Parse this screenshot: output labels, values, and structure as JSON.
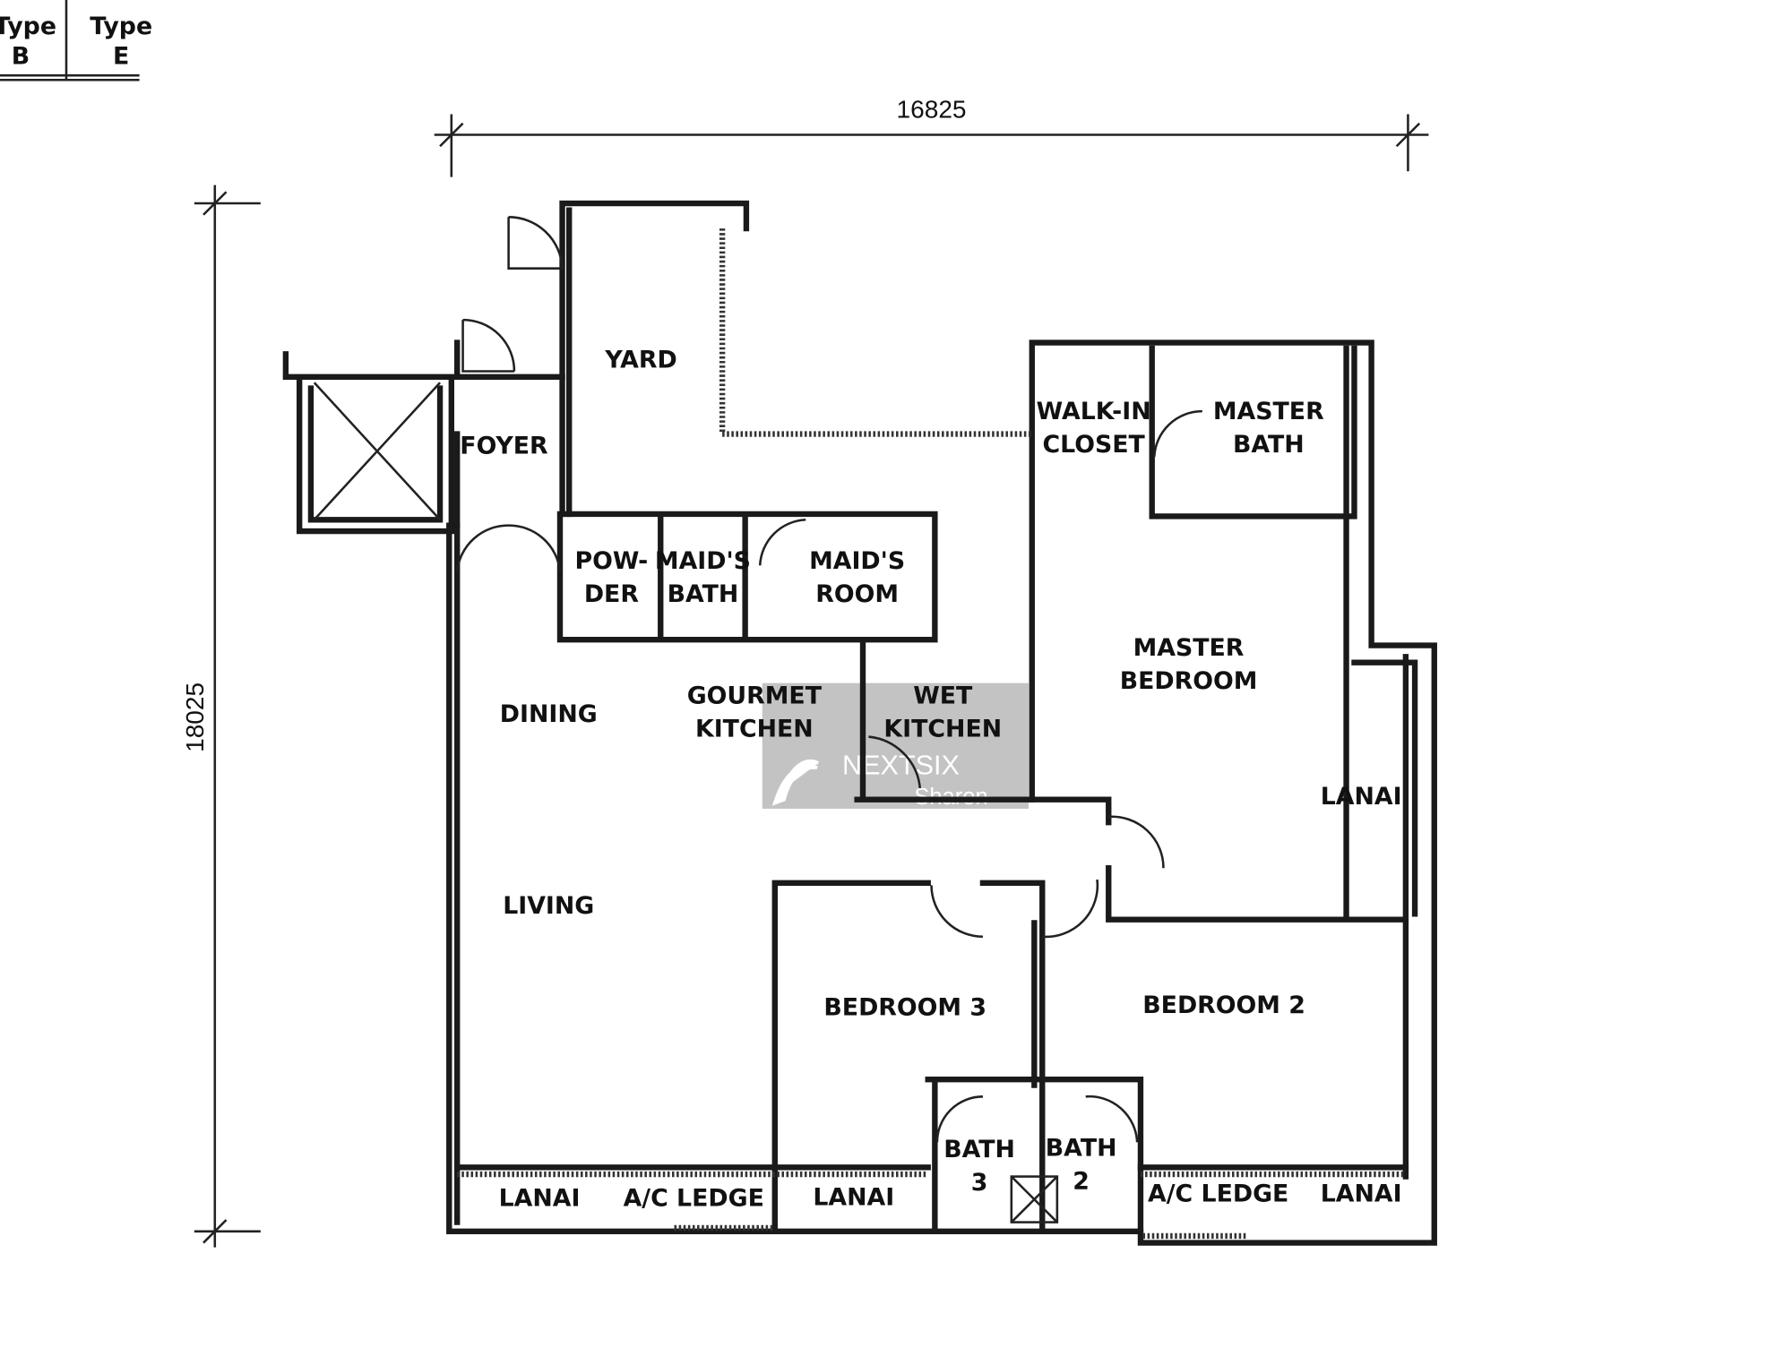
{
  "title": "Floor plan",
  "key_plan": {
    "type_left": [
      "Type",
      "B"
    ],
    "type_right": [
      "Type",
      "E"
    ]
  },
  "dimensions": {
    "width": "16825",
    "depth": "18025"
  },
  "rooms": {
    "yard": [
      "YARD"
    ],
    "foyer": [
      "FOYER"
    ],
    "powder": [
      "POW-",
      "DER"
    ],
    "maids_bath": [
      "MAID'S",
      "BATH"
    ],
    "maids_room": [
      "MAID'S",
      "ROOM"
    ],
    "walk_in_closet": [
      "WALK-IN",
      "CLOSET"
    ],
    "master_bath": [
      "MASTER",
      "BATH"
    ],
    "master_bedroom": [
      "MASTER",
      "BEDROOM"
    ],
    "dining": [
      "DINING"
    ],
    "gourmet_kitchen": [
      "GOURMET",
      "KITCHEN"
    ],
    "wet_kitchen": [
      "WET",
      "KITCHEN"
    ],
    "lanai_master": [
      "LANAI"
    ],
    "living": [
      "LIVING"
    ],
    "bedroom3": [
      "BEDROOM 3"
    ],
    "bedroom2": [
      "BEDROOM 2"
    ],
    "bath3": [
      "BATH",
      "3"
    ],
    "bath2": [
      "BATH",
      "2"
    ],
    "lanai_living": [
      "LANAI"
    ],
    "ac_ledge_1": [
      "A/C LEDGE"
    ],
    "lanai_bed3": [
      "LANAI"
    ],
    "ac_ledge_2": [
      "A/C LEDGE"
    ],
    "lanai_bed2": [
      "LANAI"
    ]
  },
  "watermark": {
    "brand": "NEXTSIX",
    "agent": "Sharon"
  }
}
